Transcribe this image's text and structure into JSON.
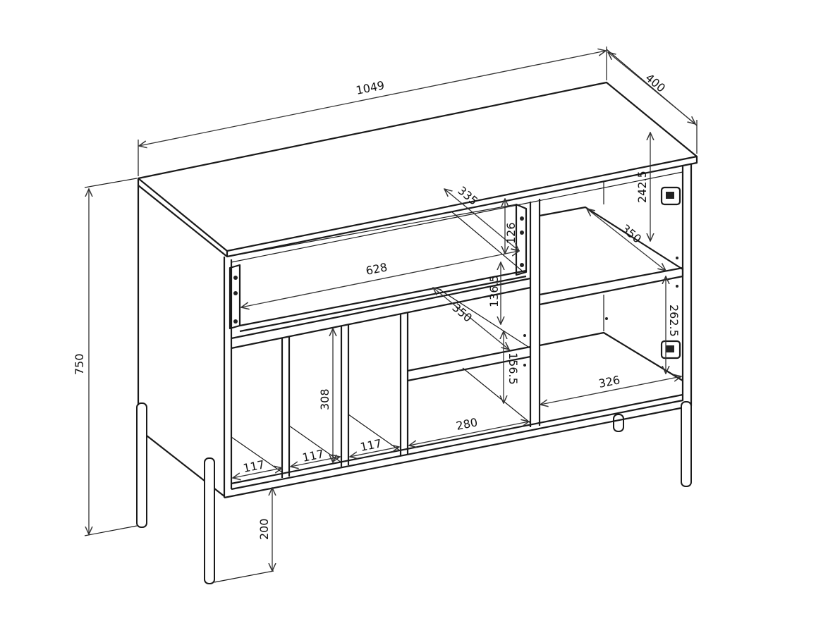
{
  "dimensions": {
    "width": "1049",
    "depth": "400",
    "height": "750",
    "leg_height": "200",
    "drawer_width": "628",
    "drawer_depth": "335",
    "drawer_height": "126",
    "upper_middle_gap": "136.5",
    "middle_shelf_depth": "350",
    "right_top_gap": "242.5",
    "right_shelf_depth": "350",
    "right_bottom_gap": "262.5",
    "right_bottom_width": "326",
    "cubby_height": "308",
    "middle_lower_gap": "156.5",
    "middle_bottom_width": "280",
    "cubby_width_1": "117",
    "cubby_width_2": "117",
    "cubby_width_3": "117"
  },
  "colors": {
    "line": "#1a1a1a",
    "background": "#ffffff"
  }
}
